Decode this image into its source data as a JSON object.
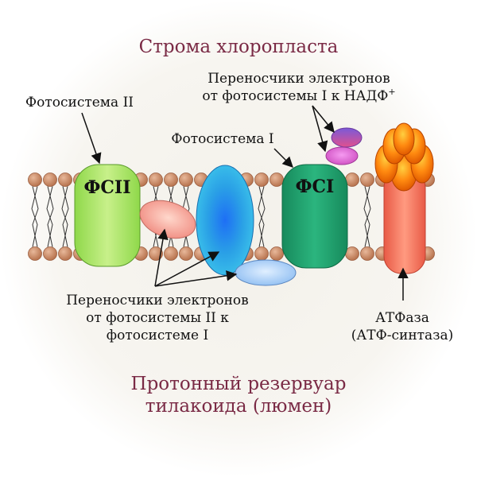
{
  "titles": {
    "stroma": "Строма хлоропласта",
    "lumen_line1": "Протонный резервуар",
    "lumen_line2": "тилакоида (люмен)"
  },
  "labels": {
    "psii_title": "Фотосистема II",
    "psi_title": "Фотосистема I",
    "nadp_line1": "Переносчики электронов",
    "nadp_line2": "от фотосистемы I к НАДФ",
    "nadp_sup": "+",
    "carriers_line1": "Переносчики электронов",
    "carriers_line2": "от фотосистемы II к",
    "carriers_line3": "фотосистеме I",
    "atp_line1": "АТФаза",
    "atp_line2": "(АТФ-синтаза)"
  },
  "complexes": {
    "psii": "ФСII",
    "psi": "ФСI"
  },
  "colors": {
    "title": "#7a2a45",
    "text": "#111111",
    "lipid_head": "#c98a67",
    "psii_fill": "#a6e35a",
    "psi_fill": "#1f9a6a",
    "cytochrome": "#2a9ae0",
    "plastoquinone": "#f5a79a",
    "plastocyanin": "#a6ccf5",
    "ferredoxin": "#8a6bd6",
    "fnr": "#e06bd0",
    "atp_stalk": "#f0705a",
    "atp_head": "#f07a0a"
  }
}
